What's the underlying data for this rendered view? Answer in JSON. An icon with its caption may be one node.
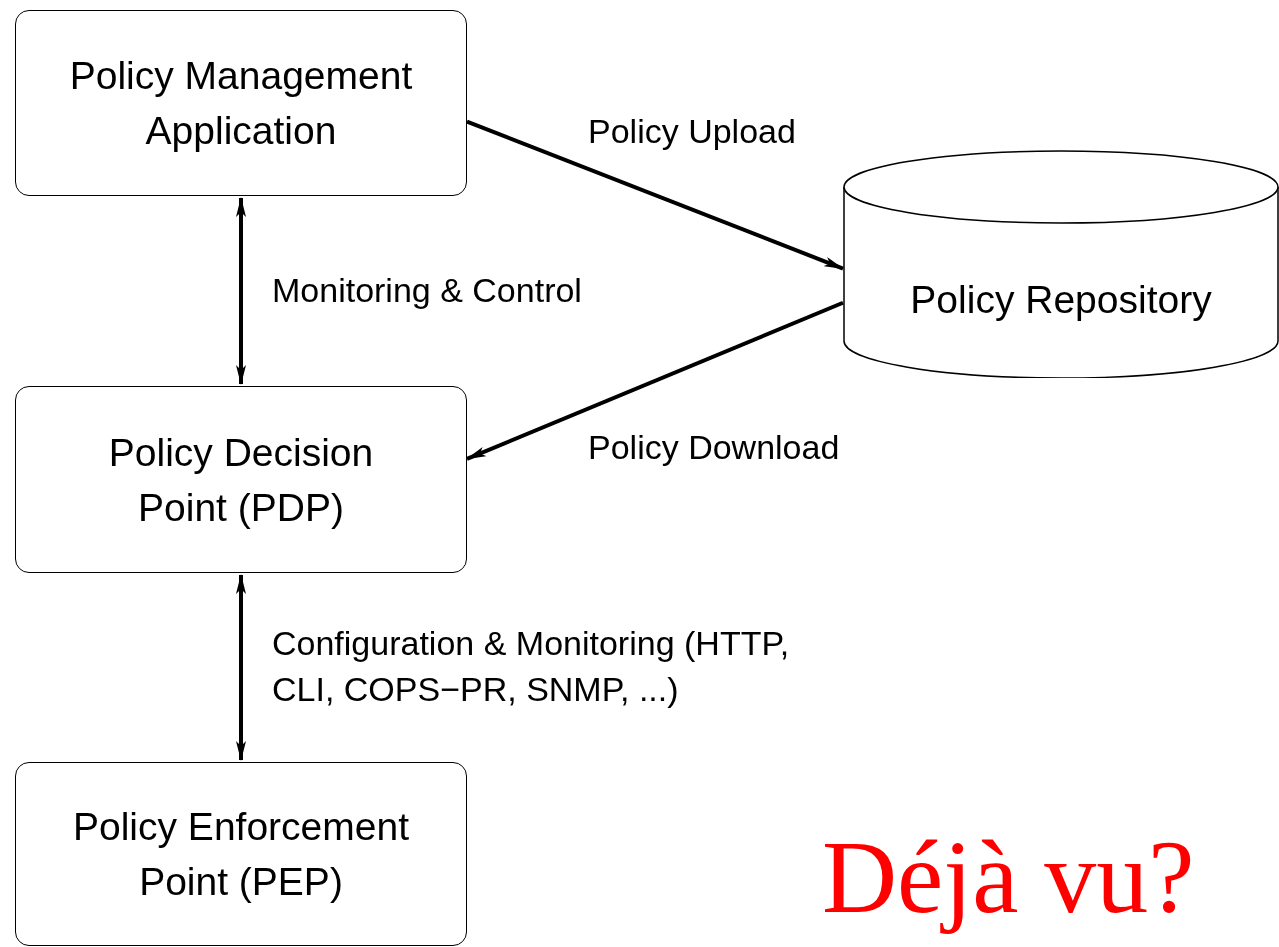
{
  "diagram": {
    "nodes": [
      {
        "text": [
          "Policy Management Application"
        ]
      },
      {
        "text": [
          "Policy Repository"
        ]
      },
      {
        "text": [
          "Policy Decision Point (PDP)"
        ]
      },
      {
        "text": [
          "Policy Enforcement Point (PEP)"
        ]
      }
    ],
    "edges": [
      {
        "from": 0,
        "to": 1,
        "arrow": "to",
        "label": "Policy Upload"
      },
      {
        "from": 1,
        "to": 2,
        "arrow": "to",
        "label": "Policy Download"
      },
      {
        "from": 0,
        "to": 2,
        "arrow": "both",
        "label": "Monitoring & Control"
      },
      {
        "from": 2,
        "to": 3,
        "arrow": "both",
        "label": "Configuration & Monitoring (HTTP, CLI, COPS−PR, SNMP, ...)"
      }
    ],
    "labels": [
      "Déjà vu?"
    ]
  }
}
